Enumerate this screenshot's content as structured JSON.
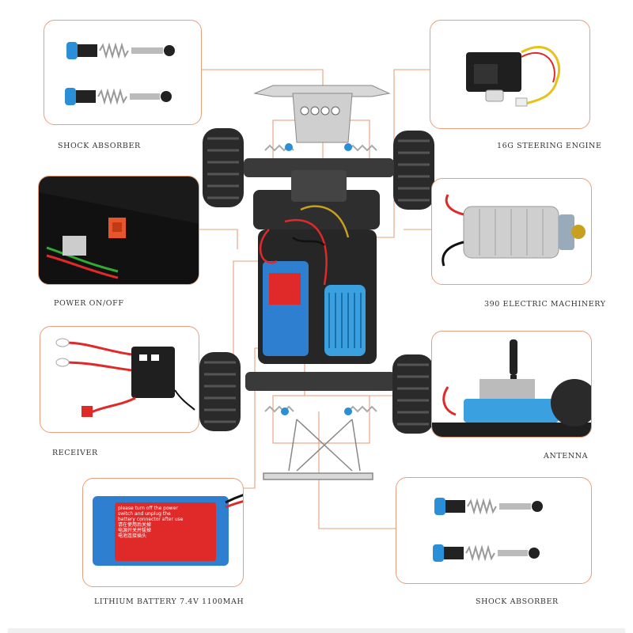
{
  "labels": {
    "shock_absorber_front": "SHOCK ABSORBER",
    "steering_engine": "16G STEERING ENGINE",
    "power_switch": "POWER ON/OFF",
    "electric_machinery": "390 ELECTRIC MACHINERY",
    "receiver": "RECEIVER",
    "antenna": "ANTENNA",
    "battery": "LITHIUM BATTERY 7.4V 1100MAH",
    "shock_absorber_rear": "SHOCK ABSORBER"
  },
  "battery_text": {
    "line1": "please turn off the power",
    "line2": "switch and unplug the",
    "line3": "battery connector after use",
    "line4": "请在使用后关掉",
    "line5": "电源开关并拔掉",
    "line6": "电池连接插头"
  },
  "colors": {
    "callout_border": "#e8a07a",
    "leader_line": "#e8a07a",
    "shock_blue": "#2a8fd6",
    "battery_blue": "#2f7fd0",
    "battery_red": "#e02a2a",
    "motor_blue": "#3aa0e0"
  },
  "icons": [
    "shock-absorber-icon",
    "servo-icon",
    "power-switch-icon",
    "motor-icon",
    "receiver-icon",
    "antenna-icon",
    "battery-icon",
    "rc-car-chassis-icon"
  ]
}
